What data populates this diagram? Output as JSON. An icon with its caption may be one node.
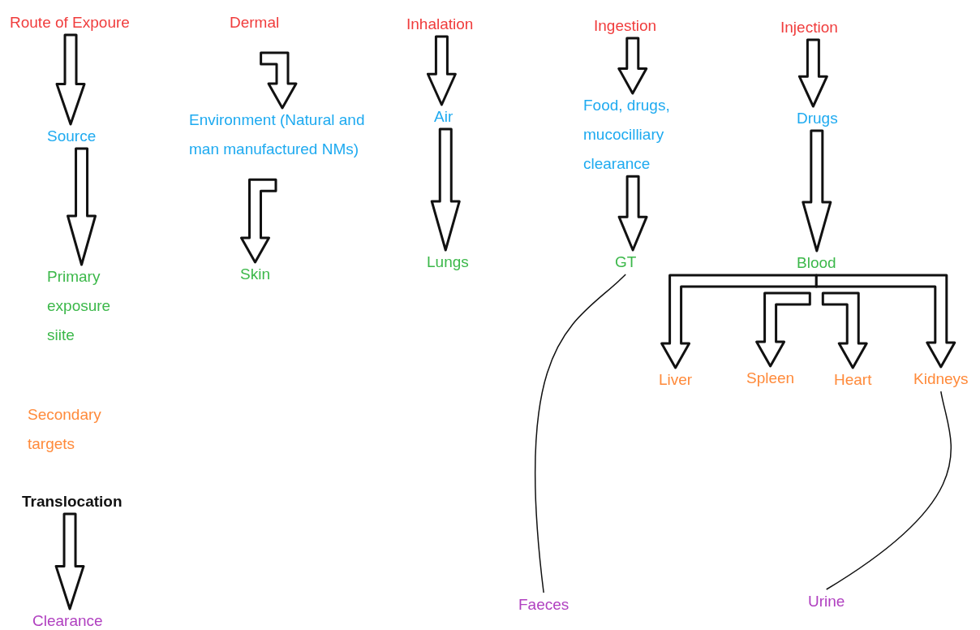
{
  "diagram": {
    "nodes": [
      {
        "text": [
          "Route of Expoure"
        ]
      },
      {
        "text": [
          "Source"
        ]
      },
      {
        "text": [
          "Primary exposure siite"
        ]
      },
      {
        "text": [
          "Secondary targets"
        ]
      },
      {
        "text": [
          "Translocation"
        ]
      },
      {
        "text": [
          "Clearance"
        ]
      },
      {
        "text": [
          "Dermal"
        ]
      },
      {
        "text": [
          "Environment (Natural and man manufactured NMs)"
        ]
      },
      {
        "text": [
          "Skin"
        ]
      },
      {
        "text": [
          "Inhalation"
        ]
      },
      {
        "text": [
          "Air"
        ]
      },
      {
        "text": [
          "Lungs"
        ]
      },
      {
        "text": [
          "Ingestion"
        ]
      },
      {
        "text": [
          "Food, drugs, mucocilliary clearance"
        ]
      },
      {
        "text": [
          "GT"
        ]
      },
      {
        "text": [
          "Faeces"
        ]
      },
      {
        "text": [
          "Injection"
        ]
      },
      {
        "text": [
          "Drugs"
        ]
      },
      {
        "text": [
          "Blood"
        ]
      },
      {
        "text": [
          "Liver"
        ]
      },
      {
        "text": [
          "Spleen"
        ]
      },
      {
        "text": [
          "Heart"
        ]
      },
      {
        "text": [
          "Kidneys"
        ]
      },
      {
        "text": [
          "Urine"
        ]
      }
    ],
    "edges": [
      {
        "from": 0,
        "to": 1,
        "arrow": "to",
        "style": "thick"
      },
      {
        "from": 1,
        "to": 2,
        "arrow": "to",
        "style": "thick"
      },
      {
        "from": 4,
        "to": 5,
        "arrow": "to",
        "style": "thick"
      },
      {
        "from": 6,
        "to": 7,
        "arrow": "to",
        "style": "thick"
      },
      {
        "from": 7,
        "to": 8,
        "arrow": "to",
        "style": "thick"
      },
      {
        "from": 9,
        "to": 10,
        "arrow": "to",
        "style": "thick"
      },
      {
        "from": 10,
        "to": 11,
        "arrow": "to",
        "style": "thick"
      },
      {
        "from": 12,
        "to": 13,
        "arrow": "to",
        "style": "thick"
      },
      {
        "from": 13,
        "to": 14,
        "arrow": "to",
        "style": "thick"
      },
      {
        "from": 16,
        "to": 17,
        "arrow": "to",
        "style": "thick"
      },
      {
        "from": 17,
        "to": 18,
        "arrow": "to",
        "style": "thick"
      },
      {
        "from": 18,
        "to": 19,
        "arrow": "to",
        "style": "thick"
      },
      {
        "from": 18,
        "to": 20,
        "arrow": "to",
        "style": "thick"
      },
      {
        "from": 18,
        "to": 21,
        "arrow": "to",
        "style": "thick"
      },
      {
        "from": 18,
        "to": 22,
        "arrow": "to",
        "style": "thick"
      },
      {
        "from": 14,
        "to": 15,
        "arrow": "none"
      },
      {
        "from": 22,
        "to": 23,
        "arrow": "none"
      }
    ]
  }
}
